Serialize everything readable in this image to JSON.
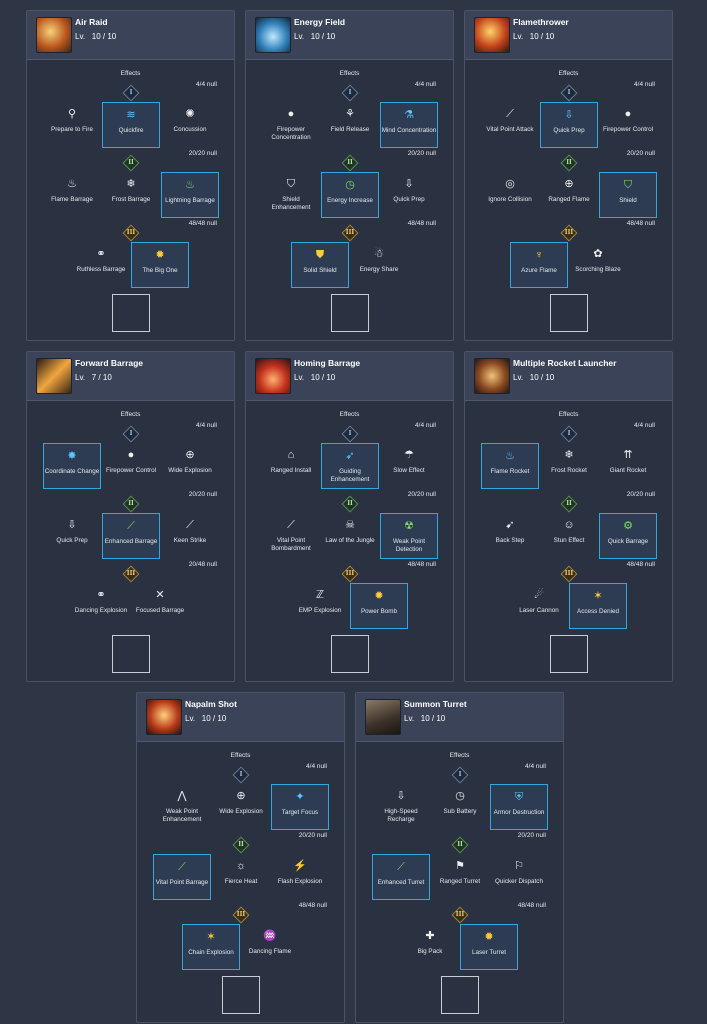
{
  "labels": {
    "effects": "Effects",
    "tier1": "I",
    "tier2": "II",
    "tier3": "III"
  },
  "colors": {
    "background": "#2e3545",
    "panel": "#2a3141",
    "header": "#3a4358",
    "selected_border": "#2fa9e0"
  },
  "skills": [
    {
      "name": "Air Raid",
      "level": "Lv.   10 / 10",
      "icon": "air-raid-icon",
      "t1_count": "4/4 null",
      "t2_count": "20/20 null",
      "t3_count": "48/48 null",
      "t1": [
        {
          "label": "Prepare to Fire",
          "icon": "runner-icon",
          "sel": false
        },
        {
          "label": "Quickfire",
          "icon": "speed-lines-icon",
          "sel": true
        },
        {
          "label": "Concussion",
          "icon": "impact-icon",
          "sel": false
        }
      ],
      "t2": [
        {
          "label": "Flame Barrage",
          "icon": "flame-icon",
          "sel": false
        },
        {
          "label": "Frost Barrage",
          "icon": "snowflake-icon",
          "sel": false
        },
        {
          "label": "Lightning Barrage",
          "icon": "lightning-flame-icon",
          "sel": true
        }
      ],
      "t3": [
        {
          "label": "Ruthless Barrage",
          "icon": "shells-icon",
          "sel": false
        },
        {
          "label": "The Big One",
          "icon": "sunburst-icon",
          "sel": true
        }
      ]
    },
    {
      "name": "Energy Field",
      "level": "Lv.   10 / 10",
      "icon": "energy-field-icon",
      "t1_count": "4/4 null",
      "t2_count": "20/20 null",
      "t3_count": "48/48 null",
      "t1": [
        {
          "label": "Firepower Concentration",
          "icon": "orb-arrow-icon",
          "sel": false
        },
        {
          "label": "Field Release",
          "icon": "field-icon",
          "sel": false
        },
        {
          "label": "Mind Concentration",
          "icon": "flask-icon",
          "sel": true
        }
      ],
      "t2": [
        {
          "label": "Shield Enhancement",
          "icon": "shield-outline-icon",
          "sel": false
        },
        {
          "label": "Energy Increase",
          "icon": "clock-arrow-icon",
          "sel": true
        },
        {
          "label": "Quick Prep",
          "icon": "prep-icon",
          "sel": false
        }
      ],
      "t3": [
        {
          "label": "Solid Shield",
          "icon": "solid-shield-icon",
          "sel": true
        },
        {
          "label": "Energy Share",
          "icon": "group-icon",
          "sel": false
        }
      ]
    },
    {
      "name": "Flamethrower",
      "level": "Lv.   10 / 10",
      "icon": "flamethrower-icon",
      "t1_count": "4/4 null",
      "t2_count": "20/20 null",
      "t3_count": "48/48 null",
      "t1": [
        {
          "label": "Vital Point Attack",
          "icon": "claw-icon",
          "sel": false
        },
        {
          "label": "Quick Prep",
          "icon": "quick-prep-icon",
          "sel": true
        },
        {
          "label": "Firepower Control",
          "icon": "orb-arrow-icon",
          "sel": false
        }
      ],
      "t2": [
        {
          "label": "Ignore Collision",
          "icon": "swirl-icon",
          "sel": false
        },
        {
          "label": "Ranged Flame",
          "icon": "target-icon",
          "sel": false
        },
        {
          "label": "Shield",
          "icon": "figure-shield-icon",
          "sel": true
        }
      ],
      "t3": [
        {
          "label": "Azure Flame",
          "icon": "trident-icon",
          "sel": true
        },
        {
          "label": "Scorching Blaze",
          "icon": "blaze-icon",
          "sel": false
        }
      ]
    },
    {
      "name": "Forward Barrage",
      "level": "Lv.   7 / 10",
      "icon": "forward-barrage-icon",
      "t1_count": "4/4 null",
      "t2_count": "20/20 null",
      "t3_count": "20/48 null",
      "t1": [
        {
          "label": "Coordinate Change",
          "icon": "burst-icon",
          "sel": true
        },
        {
          "label": "Firepower Control",
          "icon": "orb-arrow-icon",
          "sel": false
        },
        {
          "label": "Wide Explosion",
          "icon": "target-icon",
          "sel": false
        }
      ],
      "t2": [
        {
          "label": "Quick Prep",
          "icon": "prep-icon",
          "sel": false
        },
        {
          "label": "Enhanced Barrage",
          "icon": "green-strike-icon",
          "sel": true
        },
        {
          "label": "Keen Strike",
          "icon": "claw-icon",
          "sel": false
        }
      ],
      "t3": [
        {
          "label": "Dancing Explosion",
          "icon": "shells-icon",
          "sel": false
        },
        {
          "label": "Focused Barrage",
          "icon": "cross-arrows-icon",
          "sel": false
        }
      ]
    },
    {
      "name": "Homing Barrage",
      "level": "Lv.   10 / 10",
      "icon": "homing-barrage-icon",
      "t1_count": "4/4 null",
      "t2_count": "20/20 null",
      "t3_count": "48/48 null",
      "t1": [
        {
          "label": "Ranged Install",
          "icon": "install-icon",
          "sel": false
        },
        {
          "label": "Guiding Enhancement",
          "icon": "guide-icon",
          "sel": true
        },
        {
          "label": "Slow Effect",
          "icon": "slow-icon",
          "sel": false
        }
      ],
      "t2": [
        {
          "label": "Vital Point Bombardment",
          "icon": "claw-icon",
          "sel": false
        },
        {
          "label": "Law of the Jungle",
          "icon": "skull-icon",
          "sel": false
        },
        {
          "label": "Weak Point Detection",
          "icon": "radar-icon",
          "sel": true
        }
      ],
      "t3": [
        {
          "label": "EMP Explosion",
          "icon": "sleep-icon",
          "sel": false
        },
        {
          "label": "Power Bomb",
          "icon": "sunburst-icon",
          "sel": true
        }
      ]
    },
    {
      "name": "Multiple Rocket Launcher",
      "level": "Lv.   10 / 10",
      "icon": "rocket-launcher-icon",
      "t1_count": "4/4 null",
      "t2_count": "20/20 null",
      "t3_count": "48/48 null",
      "t1": [
        {
          "label": "Flame Rocket",
          "icon": "blue-flame-icon",
          "sel": true
        },
        {
          "label": "Frost Rocket",
          "icon": "snowflake-icon",
          "sel": false
        },
        {
          "label": "Giant Rocket",
          "icon": "rockets-icon",
          "sel": false
        }
      ],
      "t2": [
        {
          "label": "Back Step",
          "icon": "bow-icon",
          "sel": false
        },
        {
          "label": "Stun Effect",
          "icon": "stun-icon",
          "sel": false
        },
        {
          "label": "Quick Barrage",
          "icon": "gear-icon",
          "sel": true
        }
      ],
      "t3": [
        {
          "label": "Laser Cannon",
          "icon": "comet-icon",
          "sel": false
        },
        {
          "label": "Access Denied",
          "icon": "sparks-icon",
          "sel": true
        }
      ]
    },
    {
      "name": "Napalm Shot",
      "level": "Lv.   10 / 10",
      "icon": "napalm-shot-icon",
      "t1_count": "4/4 null",
      "t2_count": "20/20 null",
      "t3_count": "48/48 null",
      "t1": [
        {
          "label": "Weak Point Enhancement",
          "icon": "spike-icon",
          "sel": false
        },
        {
          "label": "Wide Explosion",
          "icon": "target-icon",
          "sel": false
        },
        {
          "label": "Target Focus",
          "icon": "focus-icon",
          "sel": true
        }
      ],
      "t2": [
        {
          "label": "Vital Point Barrage",
          "icon": "green-claw-icon",
          "sel": true
        },
        {
          "label": "Fierce Heat",
          "icon": "heat-icon",
          "sel": false
        },
        {
          "label": "Flash Explosion",
          "icon": "flash-icon",
          "sel": false
        }
      ],
      "t3": [
        {
          "label": "Chain Explosion",
          "icon": "sparks-icon",
          "sel": true
        },
        {
          "label": "Dancing Flame",
          "icon": "dancing-flame-icon",
          "sel": false
        }
      ]
    },
    {
      "name": "Summon Turret",
      "level": "Lv.   10 / 10",
      "icon": "summon-turret-icon",
      "t1_count": "4/4 null",
      "t2_count": "20/20 null",
      "t3_count": "48/48 null",
      "t1": [
        {
          "label": "High-Speed Recharge",
          "icon": "recharge-icon",
          "sel": false
        },
        {
          "label": "Sub Battery",
          "icon": "battery-icon",
          "sel": false
        },
        {
          "label": "Armor Destruction",
          "icon": "armor-icon",
          "sel": true
        }
      ],
      "t2": [
        {
          "label": "Enhanced Turret",
          "icon": "green-strike-icon",
          "sel": true
        },
        {
          "label": "Ranged Turret",
          "icon": "turret-icon",
          "sel": false
        },
        {
          "label": "Quicker Dispatch",
          "icon": "dispatch-icon",
          "sel": false
        }
      ],
      "t3": [
        {
          "label": "Big Pack",
          "icon": "pack-icon",
          "sel": false
        },
        {
          "label": "Laser Turret",
          "icon": "sunburst-icon",
          "sel": true
        }
      ]
    }
  ]
}
